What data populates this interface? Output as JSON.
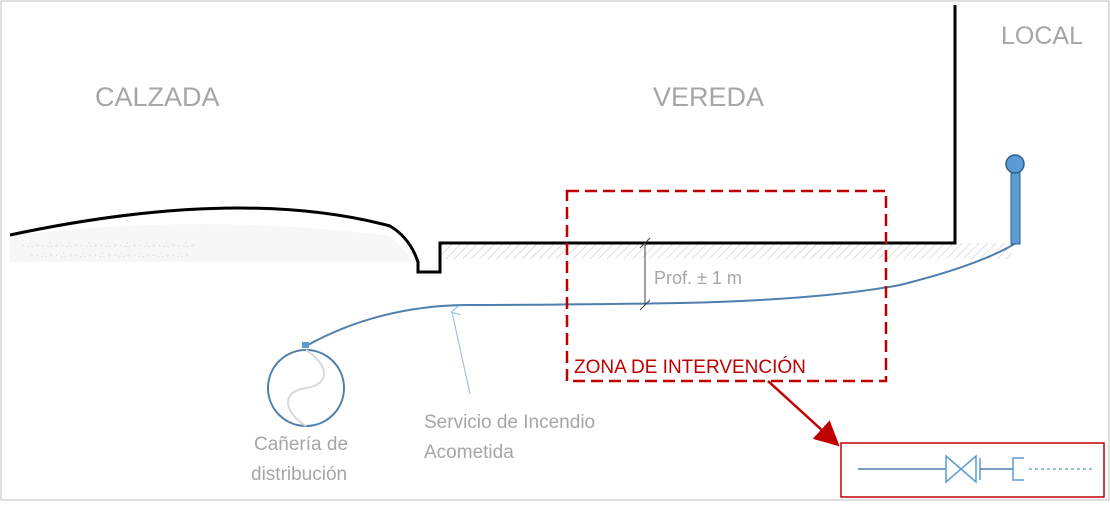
{
  "labels": {
    "calzada": "CALZADA",
    "vereda": "VEREDA",
    "local": "LOCAL",
    "depth": "Prof. ± 1 m",
    "zone": "ZONA DE INTERVENCIÓN",
    "service_line1": "Servicio de Incendio",
    "service_line2": "Acometida",
    "main_line1": "Cañería de",
    "main_line2": "distribución"
  },
  "colors": {
    "label_gray": "#a6a6a6",
    "pipe_blue": "#4f7fad",
    "pipe_fill": "#5b9bd5",
    "zone_red": "#c00000",
    "ground_black": "#000000",
    "frame_gray": "#bfbfbf"
  },
  "icons": {
    "valve": "gate-valve-icon",
    "water_main": "pipe-cross-section-icon",
    "hydrant": "standpipe-connection-icon"
  }
}
